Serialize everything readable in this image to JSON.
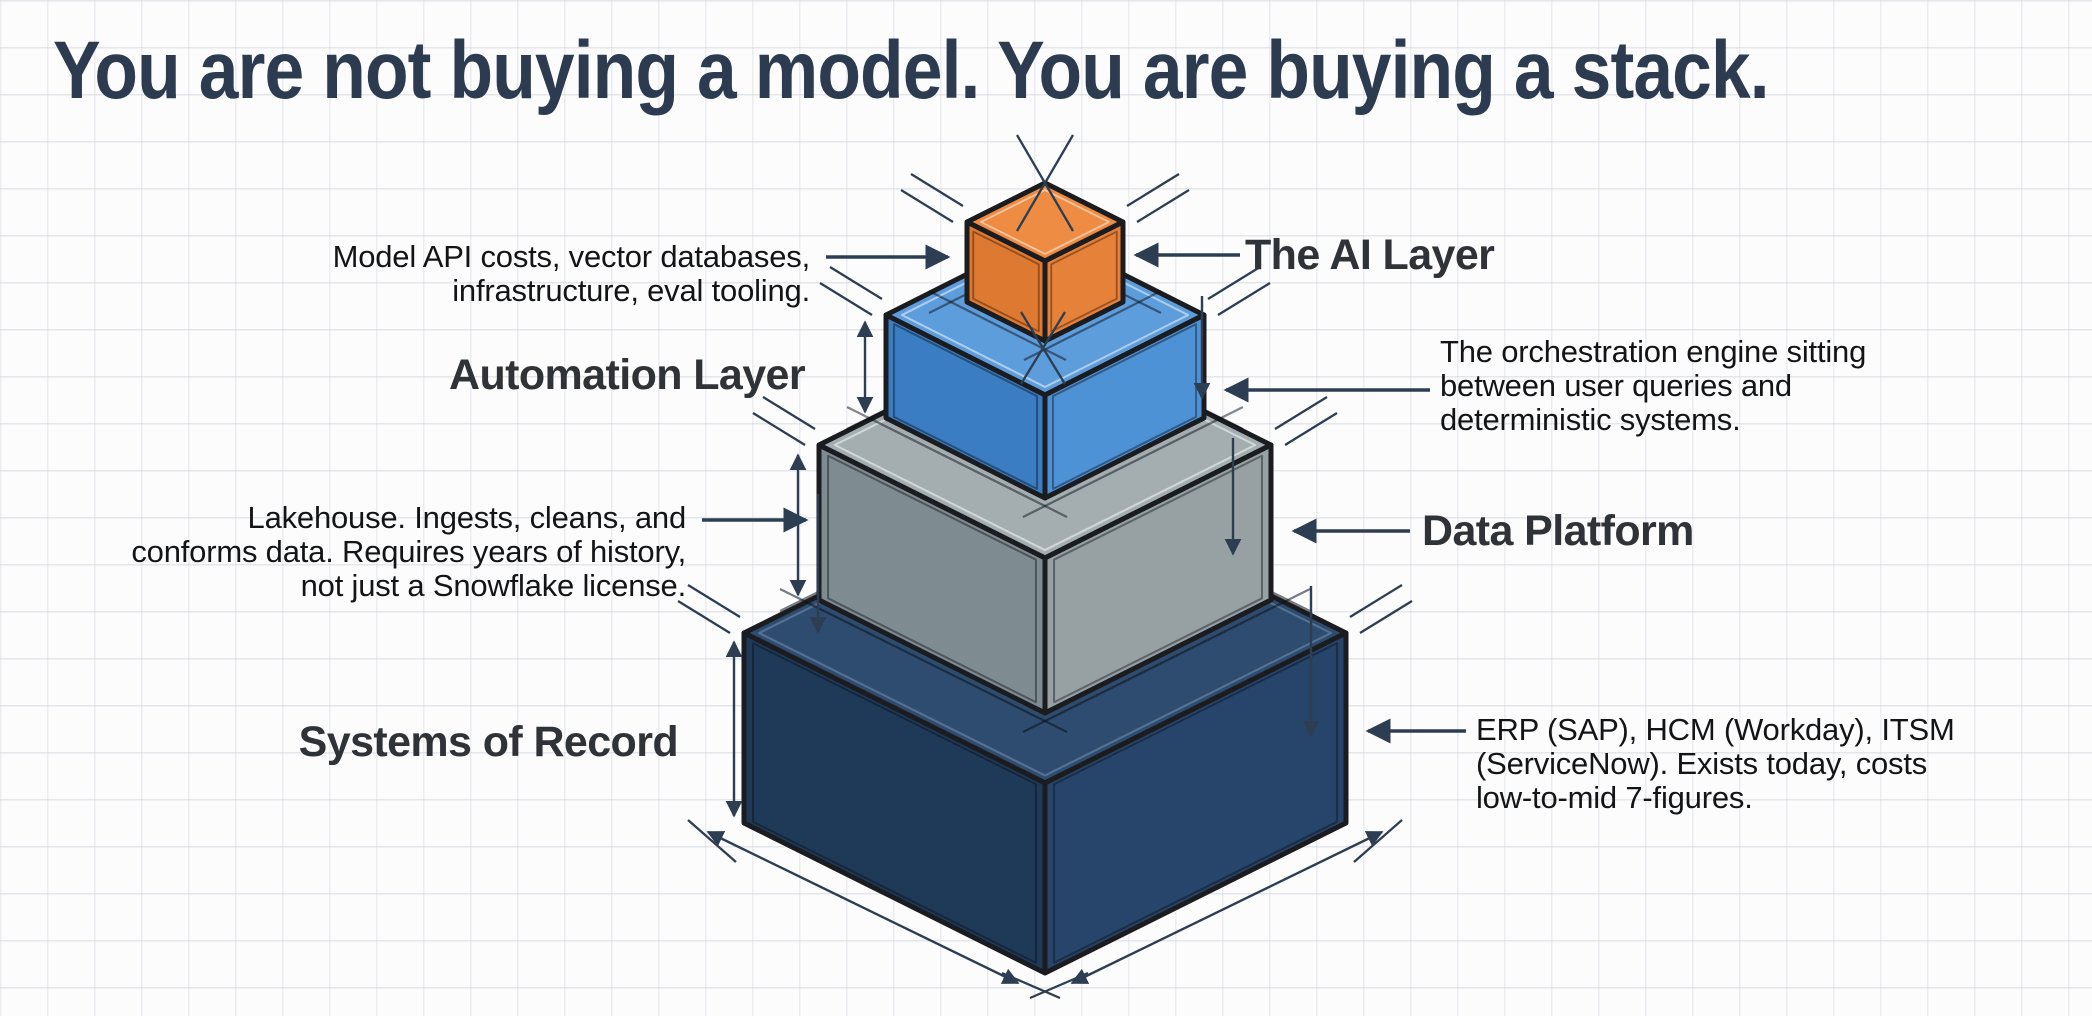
{
  "title": "You are not buying a model. You are buying a stack.",
  "stack": {
    "layers": [
      {
        "label": "The AI Layer",
        "colors": {
          "top": "#EF8C43",
          "left": "#DD7930",
          "right": "#E6813A"
        }
      },
      {
        "label": "Automation Layer",
        "colors": {
          "top": "#5E9DDB",
          "left": "#3B7DC2",
          "right": "#4E92D6"
        }
      },
      {
        "label": "Data Platform",
        "colors": {
          "top": "#A4AEB1",
          "left": "#7E8B90",
          "right": "#97A1A4"
        }
      },
      {
        "label": "Systems of Record",
        "colors": {
          "top": "#2E4C6F",
          "left": "#1F3A59",
          "right": "#27456A"
        }
      }
    ]
  },
  "notes": {
    "ai": {
      "lines": [
        "Model API costs, vector databases,",
        "infrastructure, eval tooling."
      ]
    },
    "automation": {
      "lines": [
        "The orchestration engine sitting",
        "between user queries and",
        "deterministic systems."
      ]
    },
    "data": {
      "lines": [
        "Lakehouse. Ingests, cleans, and",
        "conforms data. Requires years of history,",
        "not just a Snowflake license."
      ]
    },
    "sor": {
      "lines": [
        "ERP (SAP), HCM (Workday), ITSM",
        "(ServiceNow). Exists today, costs",
        "low-to-mid 7-figures."
      ]
    }
  },
  "colors": {
    "title_text": "#2C3B4F",
    "label_text": "#2F3338",
    "body_text": "#131416",
    "outline": "#1A1C20",
    "arrow": "#2E3E52",
    "paper": "#FCFCFD",
    "grid_line": "#E8E9ED"
  }
}
